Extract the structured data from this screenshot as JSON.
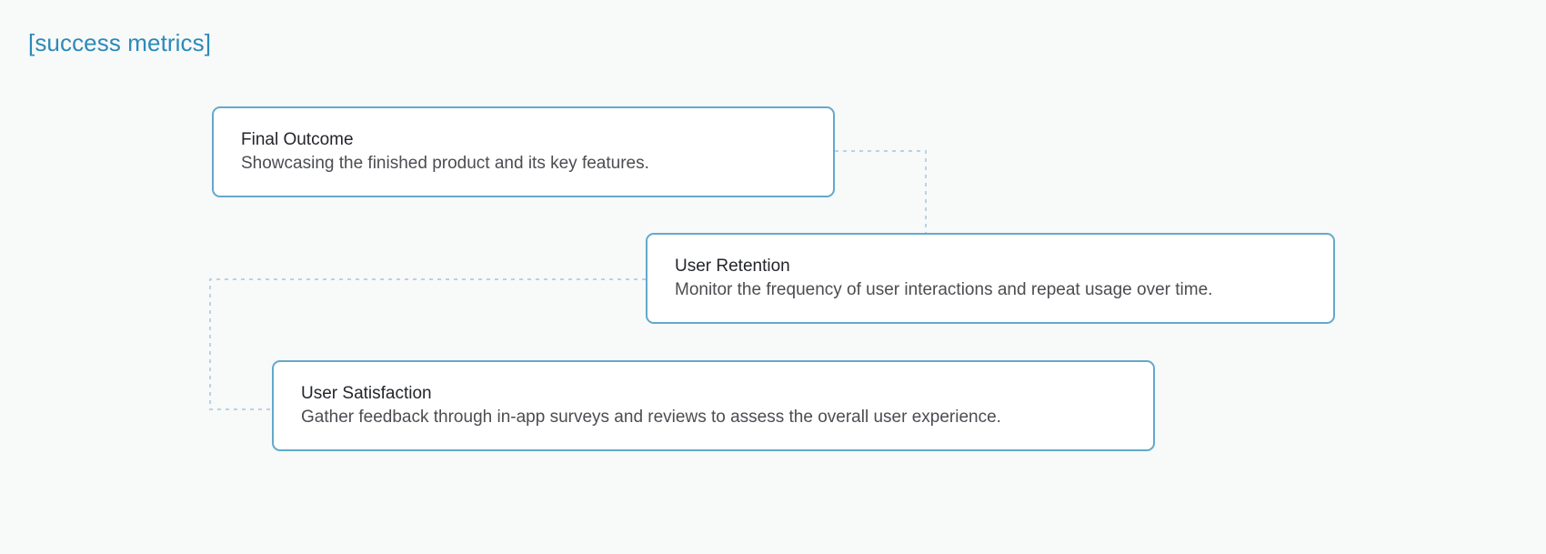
{
  "page": {
    "title": "[success metrics]",
    "background_color": "#f8f9f9",
    "title_color": "#2b8ab8"
  },
  "diagram": {
    "type": "flow",
    "card_border_color": "#63a9cc",
    "card_fill_color": "#ffffff",
    "connector_color": "#b9d3e4",
    "connector_style": "dotted",
    "cards": [
      {
        "id": "final-outcome",
        "title": "Final Outcome",
        "description": "Showcasing the finished product and its key features."
      },
      {
        "id": "user-retention",
        "title": "User Retention",
        "description": "Monitor the frequency of user interactions and repeat usage over time."
      },
      {
        "id": "user-satisfaction",
        "title": "User Satisfaction",
        "description": "Gather feedback through in-app surveys and reviews to assess the overall user experience."
      }
    ],
    "connectors": [
      {
        "id": "final-outcome-to-user-retention",
        "from": "final-outcome",
        "to": "user-retention"
      },
      {
        "id": "user-retention-to-user-satisfaction",
        "from": "user-retention",
        "to": "user-satisfaction"
      }
    ]
  }
}
